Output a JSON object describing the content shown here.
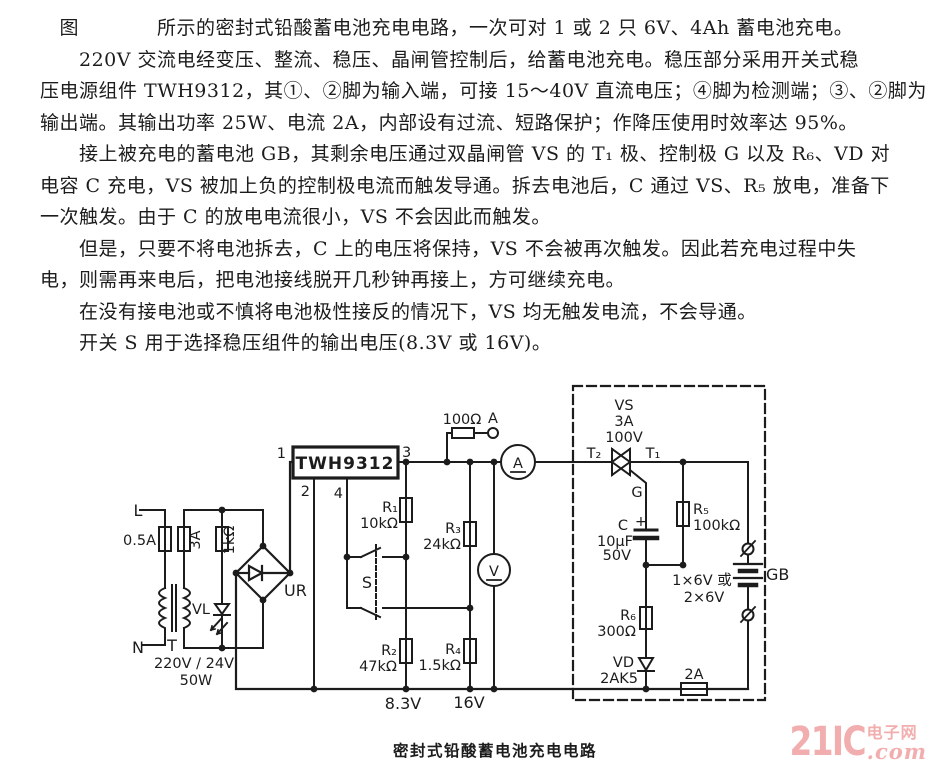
{
  "doc": {
    "lines": [
      "　图　　　　所示的密封式铅酸蓄电池充电电路，一次可对 1 或 2 只 6V、4Ah 蓄电池充电。",
      "　　220V 交流电经变压、整流、稳压、晶闸管控制后，给蓄电池充电。稳压部分采用开关式稳",
      "压电源组件 TWH9312，其①、②脚为输入端，可接 15～40V 直流电压；④脚为检测端；③、②脚为",
      "输出端。其输出功率 25W、电流 2A，内部设有过流、短路保护；作降压使用时效率达 95%。",
      "　　接上被充电的蓄电池 GB，其剩余电压通过双晶闸管 VS 的 T₁ 极、控制极 G 以及 R₆、VD 对",
      "电容 C 充电，VS 被加上负的控制极电流而触发导通。拆去电池后，C 通过 VS、R₅ 放电，准备下",
      "一次触发。由于 C 的放电电流很小，VS 不会因此而触发。",
      "　　但是，只要不将电池拆去，C 上的电压将保持，VS 不会被再次触发。因此若充电过程中失",
      "电，则需再来电后，把电池接线脱开几秒钟再接上，方可继续充电。",
      "　　在没有接电池或不慎将电池极性接反的情况下，VS 均无触发电流，不会导通。",
      "　　开关 S 用于选择稳压组件的输出电压(8.3V 或 16V)。"
    ],
    "caption": "密封式铅酸蓄电池充电电路"
  },
  "circuit": {
    "labels": {
      "l_terminal": "L",
      "n_terminal": "N",
      "fuse_primary": "0.5A",
      "fuse_secondary": "3A",
      "transformer": "T",
      "transformer_ratio": "220V / 24V",
      "transformer_power": "50W",
      "indicator_resistor": "1kΩ",
      "indicator_lamp": "VL",
      "bridge": "UR",
      "ic": "TWH9312",
      "pin1": "1",
      "pin2": "2",
      "pin3": "3",
      "pin4": "4",
      "r1": "R₁",
      "r1_value": "10kΩ",
      "r2": "R₂",
      "r2_value": "47kΩ",
      "r3": "R₃",
      "r3_value": "24kΩ",
      "r4": "R₄",
      "r4_value": "1.5kΩ",
      "switch": "S",
      "tap_low": "8.3V",
      "tap_high": "16V",
      "shunt_resistor": "100Ω",
      "terminal_a": "A",
      "ammeter": "A",
      "voltmeter": "V",
      "triac": "VS",
      "triac_current": "3A",
      "triac_voltage": "100V",
      "t2": "T₂",
      "t1": "T₁",
      "gate": "G",
      "cap": "C",
      "cap_plus": "+",
      "cap_value": "10μF",
      "cap_voltage": "50V",
      "r5": "R₅",
      "r5_value": "100kΩ",
      "r6": "R₆",
      "r6_value": "300Ω",
      "vd": "VD",
      "vd_type": "2AK5",
      "fuse_output": "2A",
      "battery_opt1": "1×6V 或",
      "battery_opt2": "2×6V",
      "battery": "GB"
    },
    "colors": {
      "ink": "#1c1c1c"
    }
  },
  "watermark": {
    "brand": "21IC",
    "site_cn": "电子网",
    "tld": ".com",
    "color": "#f2aeae"
  }
}
